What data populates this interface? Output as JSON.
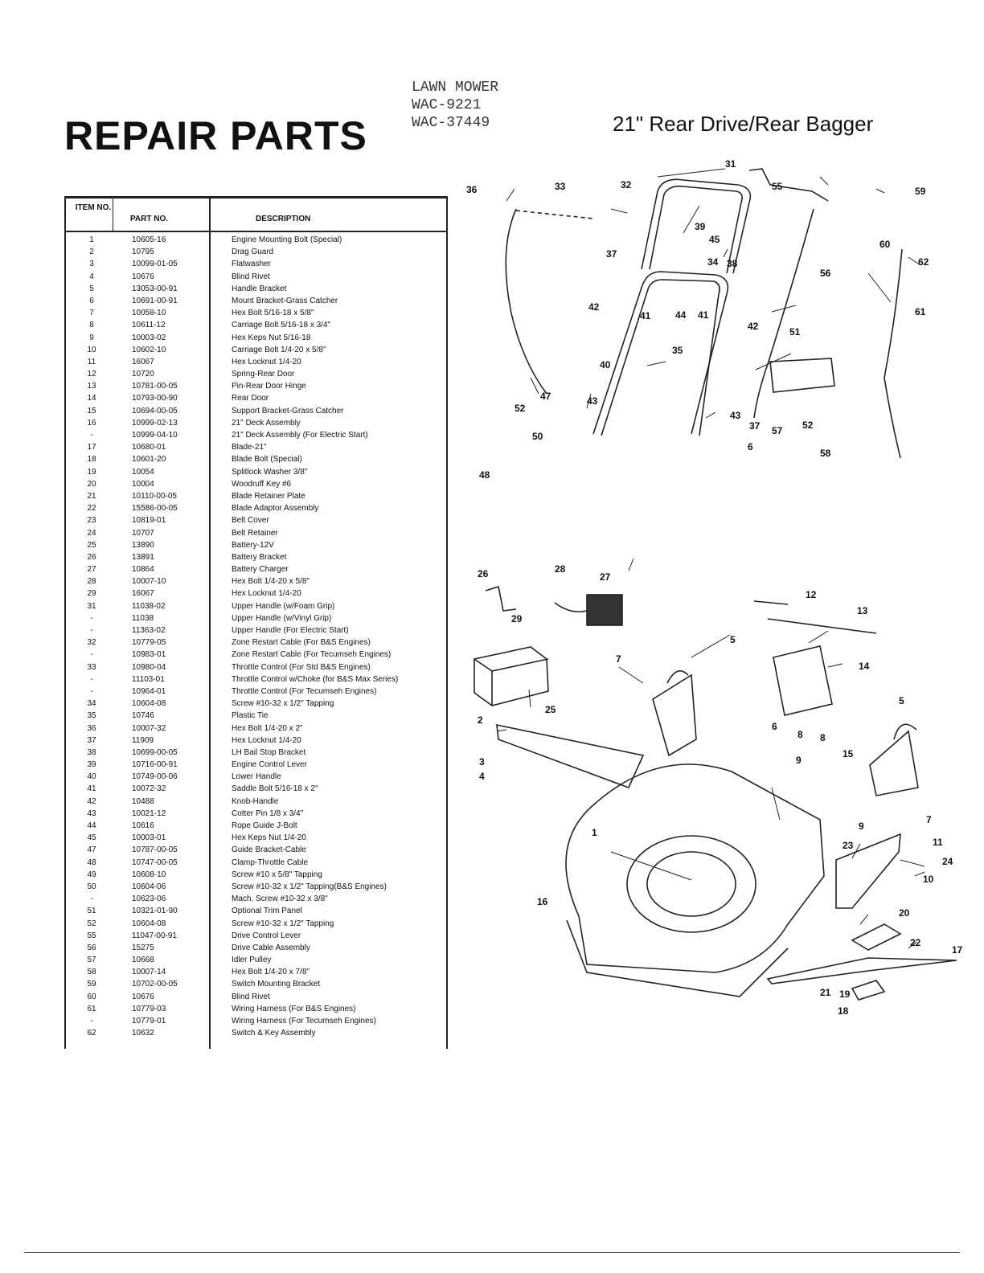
{
  "header": {
    "title": "REPAIR PARTS",
    "handwritten": [
      "LAWN MOWER",
      "WAC-9221",
      "WAC-37449"
    ],
    "subtitle": "21\" Rear Drive/Rear Bagger"
  },
  "table": {
    "col_item": "ITEM NO.",
    "col_part": "PART NO.",
    "col_desc": "DESCRIPTION",
    "rows": [
      {
        "no": "1",
        "part": "10605-16",
        "desc": "Engine Mounting Bolt (Special)"
      },
      {
        "no": "2",
        "part": "10795",
        "desc": "Drag Guard"
      },
      {
        "no": "3",
        "part": "10099-01-05",
        "desc": "Flatwasher"
      },
      {
        "no": "4",
        "part": "10676",
        "desc": "Blind Rivet"
      },
      {
        "no": "5",
        "part": "13053-00-91",
        "desc": "Handle Bracket"
      },
      {
        "no": "6",
        "part": "10691-00-91",
        "desc": "Mount Bracket-Grass Catcher"
      },
      {
        "no": "7",
        "part": "10058-10",
        "desc": "Hex Bolt 5/16-18 x 5/8\""
      },
      {
        "no": "8",
        "part": "10611-12",
        "desc": "Carriage Bolt 5/16-18 x 3/4\""
      },
      {
        "no": "9",
        "part": "10003-02",
        "desc": "Hex Keps Nut 5/16-18"
      },
      {
        "no": "10",
        "part": "10602-10",
        "desc": "Carriage Bolt 1/4-20 x 5/8\""
      },
      {
        "no": "11",
        "part": "16067",
        "desc": "Hex Locknut 1/4-20"
      },
      {
        "no": "12",
        "part": "10720",
        "desc": "Spring-Rear Door"
      },
      {
        "no": "13",
        "part": "10781-00-05",
        "desc": "Pin-Rear Door Hinge"
      },
      {
        "no": "14",
        "part": "10793-00-90",
        "desc": "Rear Door"
      },
      {
        "no": "15",
        "part": "10694-00-05",
        "desc": "Support Bracket-Grass Catcher"
      },
      {
        "no": "16",
        "part": "10999-02-13",
        "desc": "21\" Deck Assembly"
      },
      {
        "no": "-",
        "part": "10999-04-10",
        "desc": "21\" Deck Assembly (For Electric Start)"
      },
      {
        "no": "17",
        "part": "10680-01",
        "desc": "Blade-21\""
      },
      {
        "no": "18",
        "part": "10601-20",
        "desc": "Blade Bolt (Special)"
      },
      {
        "no": "19",
        "part": "10054",
        "desc": "Splitlock Washer 3/8\""
      },
      {
        "no": "20",
        "part": "10004",
        "desc": "Woodruff Key #6"
      },
      {
        "no": "21",
        "part": "10110-00-05",
        "desc": "Blade Retainer Plate"
      },
      {
        "no": "22",
        "part": "15586-00-05",
        "desc": "Blade Adaptor Assembly"
      },
      {
        "no": "23",
        "part": "10819-01",
        "desc": "Belt Cover"
      },
      {
        "no": "24",
        "part": "10707",
        "desc": "Belt Retainer"
      },
      {
        "no": "25",
        "part": "13890",
        "desc": "Battery-12V"
      },
      {
        "no": "26",
        "part": "13891",
        "desc": "Battery Bracket"
      },
      {
        "no": "27",
        "part": "10864",
        "desc": "Battery Charger"
      },
      {
        "no": "28",
        "part": "10007-10",
        "desc": "Hex Bolt 1/4-20 x 5/8\""
      },
      {
        "no": "29",
        "part": "16067",
        "desc": "Hex Locknut 1/4-20"
      },
      {
        "no": "31",
        "part": "11038-02",
        "desc": "Upper Handle (w/Foam Grip)"
      },
      {
        "no": "-",
        "part": "11038",
        "desc": "Upper Handle (w/Vinyl Grip)"
      },
      {
        "no": "-",
        "part": "11363-02",
        "desc": "Upper Handle (For Electric Start)"
      },
      {
        "no": "32",
        "part": "10779-05",
        "desc": "Zone Restart Cable (For B&S Engines)"
      },
      {
        "no": "-",
        "part": "10983-01",
        "desc": "Zone Restart Cable (For Tecumseh Engines)"
      },
      {
        "no": "33",
        "part": "10980-04",
        "desc": "Throttle Control (For Std B&S Engines)"
      },
      {
        "no": "-",
        "part": "11103-01",
        "desc": "Throttle Control w/Choke (for B&S Max Series)"
      },
      {
        "no": "-",
        "part": "10964-01",
        "desc": "Throttle Control (For Tecumseh Engines)"
      },
      {
        "no": "34",
        "part": "10604-08",
        "desc": "Screw #10-32 x 1/2\" Tapping"
      },
      {
        "no": "35",
        "part": "10746",
        "desc": "Plastic Tie"
      },
      {
        "no": "36",
        "part": "10007-32",
        "desc": "Hex Bolt 1/4-20 x 2\""
      },
      {
        "no": "37",
        "part": "11909",
        "desc": "Hex Locknut 1/4-20"
      },
      {
        "no": "38",
        "part": "10699-00-05",
        "desc": "LH Bail Stop Bracket"
      },
      {
        "no": "39",
        "part": "10716-00-91",
        "desc": "Engine Control Lever"
      },
      {
        "no": "40",
        "part": "10749-00-06",
        "desc": "Lower Handle"
      },
      {
        "no": "41",
        "part": "10072-32",
        "desc": "Saddle Bolt 5/16-18 x 2\""
      },
      {
        "no": "42",
        "part": "10488",
        "desc": "Knob-Handle"
      },
      {
        "no": "43",
        "part": "10021-12",
        "desc": "Cotter Pin 1/8 x 3/4\""
      },
      {
        "no": "44",
        "part": "10616",
        "desc": "Rope Guide J-Bolt"
      },
      {
        "no": "45",
        "part": "10003-01",
        "desc": "Hex Keps Nut 1/4-20"
      },
      {
        "no": "47",
        "part": "10787-00-05",
        "desc": "Guide Bracket-Cable"
      },
      {
        "no": "48",
        "part": "10747-00-05",
        "desc": "Clamp-Throttle Cable"
      },
      {
        "no": "49",
        "part": "10608-10",
        "desc": "Screw #10 x 5/8\" Tapping"
      },
      {
        "no": "50",
        "part": "10604-06",
        "desc": "Screw #10-32 x 1/2\" Tapping(B&S Engines)"
      },
      {
        "no": "-",
        "part": "10623-06",
        "desc": "Mach. Screw #10-32 x 3/8\""
      },
      {
        "no": "51",
        "part": "10321-01-90",
        "desc": "Optional Trim Panel"
      },
      {
        "no": "52",
        "part": "10604-08",
        "desc": "Screw #10-32 x 1/2\" Tapping"
      },
      {
        "no": "55",
        "part": "11047-00-91",
        "desc": "Drive Control Lever"
      },
      {
        "no": "56",
        "part": "15275",
        "desc": "Drive Cable Assembly"
      },
      {
        "no": "57",
        "part": "10668",
        "desc": "Idler Pulley"
      },
      {
        "no": "58",
        "part": "10007-14",
        "desc": "Hex Bolt 1/4-20 x 7/8\""
      },
      {
        "no": "59",
        "part": "10702-00-05",
        "desc": "Switch Mounting Bracket"
      },
      {
        "no": "60",
        "part": "10676",
        "desc": "Blind Rivet"
      },
      {
        "no": "61",
        "part": "10779-03",
        "desc": "Wiring Harness (For B&S Engines)"
      },
      {
        "no": "-",
        "part": "10779-01",
        "desc": "Wiring Harness (For Tecumseh Engines)"
      },
      {
        "no": "62",
        "part": "10632",
        "desc": "Switch & Key Assembly"
      }
    ]
  },
  "diagram": {
    "callouts": [
      "31",
      "33",
      "32",
      "36",
      "55",
      "59",
      "60",
      "62",
      "39",
      "45",
      "34",
      "38",
      "37",
      "56",
      "61",
      "42",
      "41",
      "44",
      "41",
      "42",
      "35",
      "51",
      "40",
      "47",
      "52",
      "43",
      "43",
      "37",
      "57",
      "6",
      "58",
      "50",
      "52",
      "48",
      "26",
      "28",
      "27",
      "29",
      "12",
      "13",
      "5",
      "7",
      "14",
      "25",
      "2",
      "5",
      "6",
      "8",
      "8",
      "9",
      "15",
      "3",
      "4",
      "9",
      "7",
      "1",
      "23",
      "11",
      "24",
      "10",
      "16",
      "20",
      "22",
      "17",
      "21",
      "19",
      "18"
    ]
  }
}
